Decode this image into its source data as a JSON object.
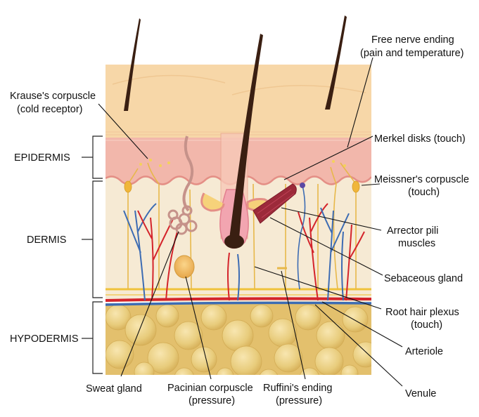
{
  "layers": {
    "epidermis": "EPIDERMIS",
    "dermis": "DERMIS",
    "hypodermis": "HYPODERMIS"
  },
  "labels": {
    "krause_1": "Krause's corpuscle",
    "krause_2": "(cold receptor)",
    "free_nerve_1": "Free nerve ending",
    "free_nerve_2": "(pain and temperature)",
    "merkel": "Merkel disks (touch)",
    "meissner_1": "Meissner's corpuscle",
    "meissner_2": "(touch)",
    "arrector_1": "Arrector pili",
    "arrector_2": "muscles",
    "sebaceous": "Sebaceous gland",
    "root_plexus_1": "Root hair plexus",
    "root_plexus_2": "(touch)",
    "arteriole": "Arteriole",
    "venule": "Venule",
    "sweat": "Sweat gland",
    "pacinian_1": "Pacinian corpuscle",
    "pacinian_2": "(pressure)",
    "ruffini_1": "Ruffini's ending",
    "ruffini_2": "(pressure)"
  },
  "colors": {
    "surface": "#f7d7a8",
    "epidermis": "#f2b7ab",
    "dermis": "#f6ead4",
    "fat": "#e8cc7c",
    "hair": "#3a1f12",
    "artery": "#d4242b",
    "vein": "#3d6cb3",
    "nerve": "#f0c23b"
  }
}
